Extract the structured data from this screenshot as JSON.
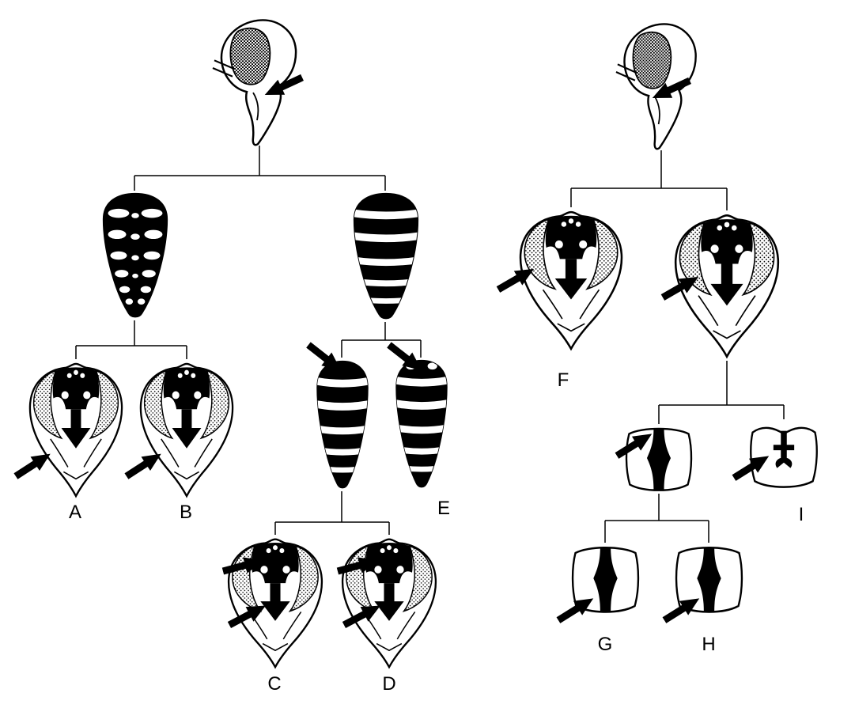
{
  "figure": {
    "panel_labels": {
      "a": "A",
      "b": "B",
      "c": "C",
      "d": "D",
      "e": "E",
      "f": "F",
      "g": "G",
      "h": "H",
      "i": "I"
    },
    "colors": {
      "ink": "#000000",
      "paper": "#ffffff"
    }
  }
}
